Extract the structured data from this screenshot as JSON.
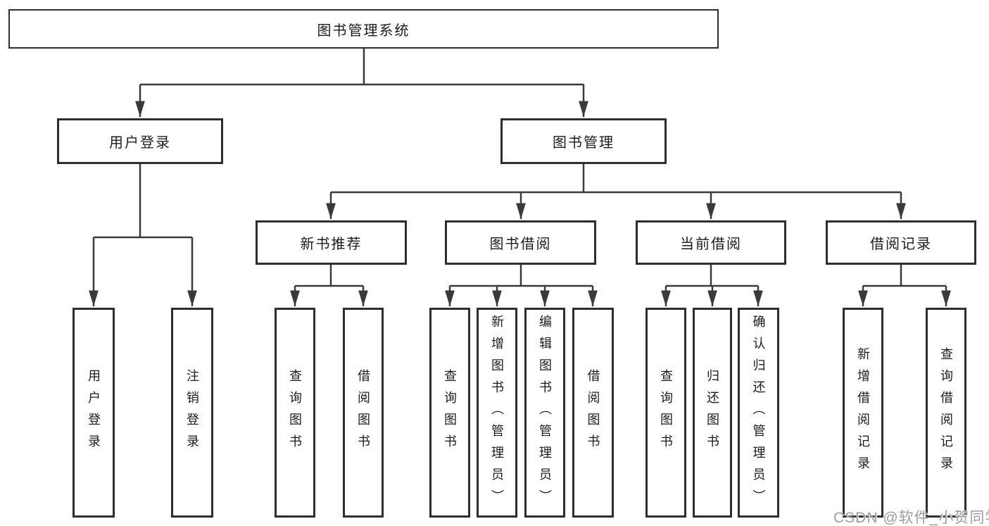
{
  "nodes": {
    "root": {
      "label": "图书管理系统"
    },
    "user_login": {
      "label": "用户登录"
    },
    "book_mgmt": {
      "label": "图书管理"
    },
    "new_book_rec": {
      "label": "新书推荐"
    },
    "book_borrow": {
      "label": "图书借阅"
    },
    "current_borrow": {
      "label": "当前借阅"
    },
    "borrow_records": {
      "label": "借阅记录"
    },
    "leaf_user_login": {
      "label": "用户登录"
    },
    "leaf_logout": {
      "label": "注销登录"
    },
    "leaf_nb_query": {
      "label": "查询图书"
    },
    "leaf_nb_borrow": {
      "label": "借阅图书"
    },
    "leaf_bb_query": {
      "label": "查询图书"
    },
    "leaf_bb_add": {
      "label": "新增图书（管理员）"
    },
    "leaf_bb_edit": {
      "label": "编辑图书（管理员）"
    },
    "leaf_bb_borrow": {
      "label": "借阅图书"
    },
    "leaf_cb_query": {
      "label": "查询图书"
    },
    "leaf_cb_return": {
      "label": "归还图书"
    },
    "leaf_cb_confirm": {
      "label": "确认归还（管理员）"
    },
    "leaf_br_add": {
      "label": "新增借阅记录"
    },
    "leaf_br_query": {
      "label": "查询借阅记录"
    }
  },
  "hierarchy": {
    "图书管理系统": {
      "用户登录": [
        "用户登录",
        "注销登录"
      ],
      "图书管理": {
        "新书推荐": [
          "查询图书",
          "借阅图书"
        ],
        "图书借阅": [
          "查询图书",
          "新增图书（管理员）",
          "编辑图书（管理员）",
          "借阅图书"
        ],
        "当前借阅": [
          "查询图书",
          "归还图书",
          "确认归还（管理员）"
        ],
        "借阅记录": [
          "新增借阅记录",
          "查询借阅记录"
        ]
      }
    }
  },
  "watermark": {
    "text": "CSDN @软件_小贺同学"
  },
  "colors": {
    "line": "#3a3a3a",
    "box_border": "#2e2e2e",
    "text": "#1c1c1c",
    "watermark": "#9d9d9d",
    "background": "#ffffff"
  }
}
